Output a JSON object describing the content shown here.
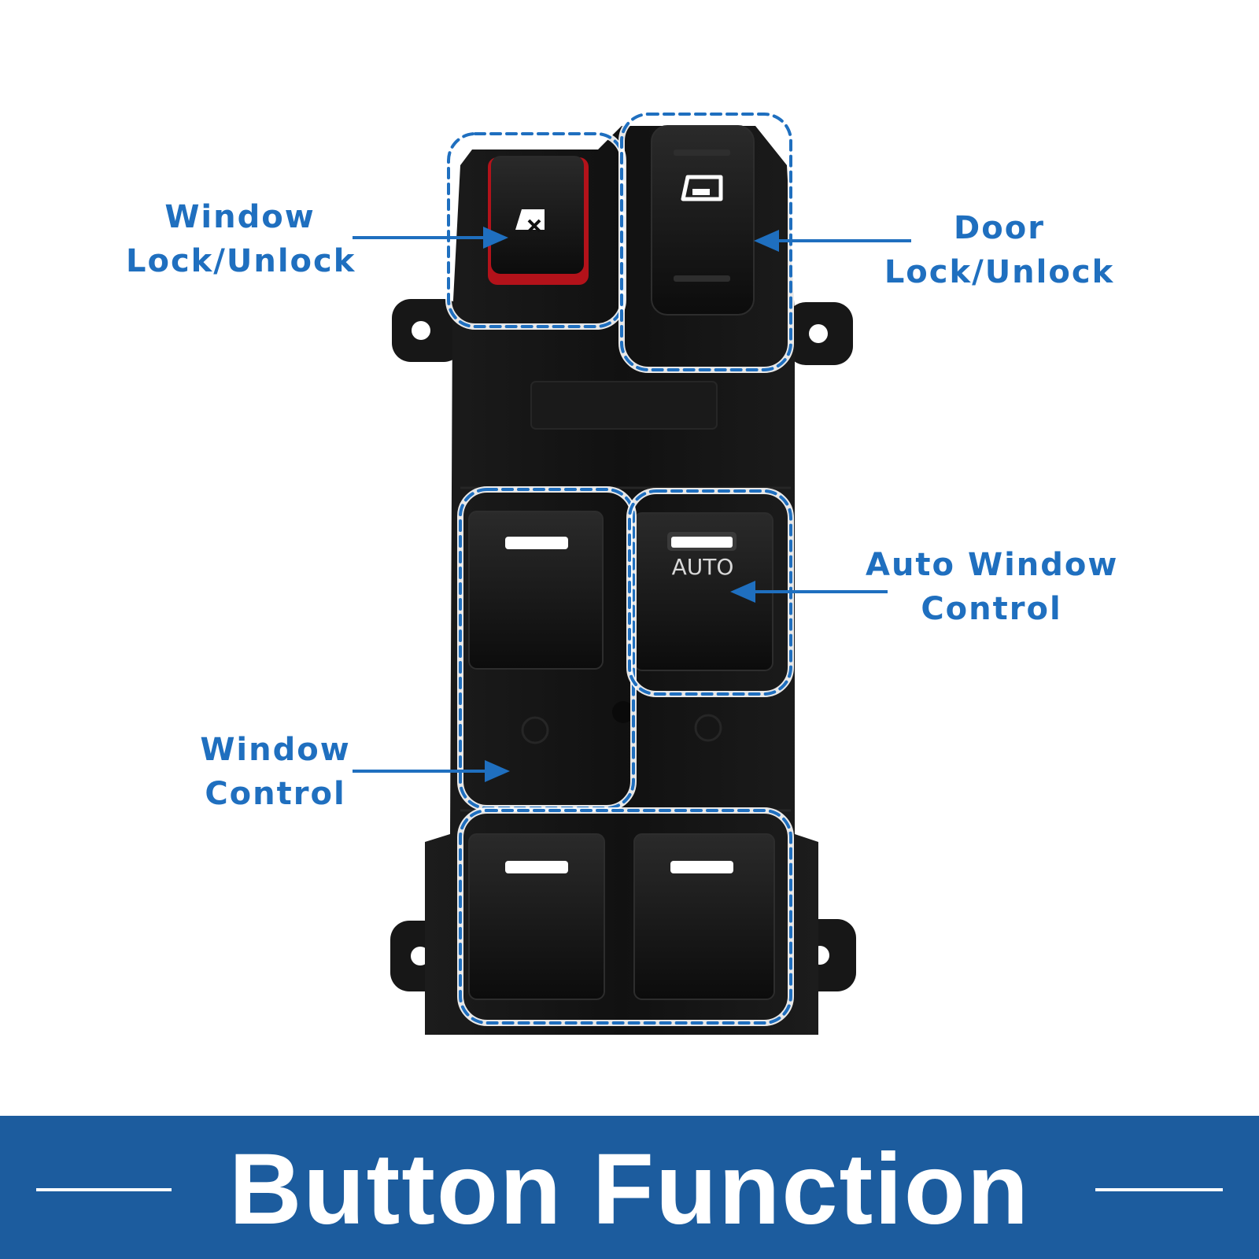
{
  "labels": {
    "window_lock": [
      "Window",
      "Lock/Unlock"
    ],
    "door_lock": [
      "Door",
      "Lock/Unlock"
    ],
    "auto_window": [
      "Auto Window",
      "Control"
    ],
    "window_control": [
      "Window",
      "Control"
    ]
  },
  "switch_auto_text": "AUTO",
  "banner": {
    "title": "Button Function"
  },
  "colors": {
    "accent": "#1f6fbf",
    "banner": "#1c5c9e",
    "body": "#141414",
    "lock_red": "#c0141c"
  },
  "icons": [
    "window-lock-icon",
    "door-lock-icon"
  ]
}
